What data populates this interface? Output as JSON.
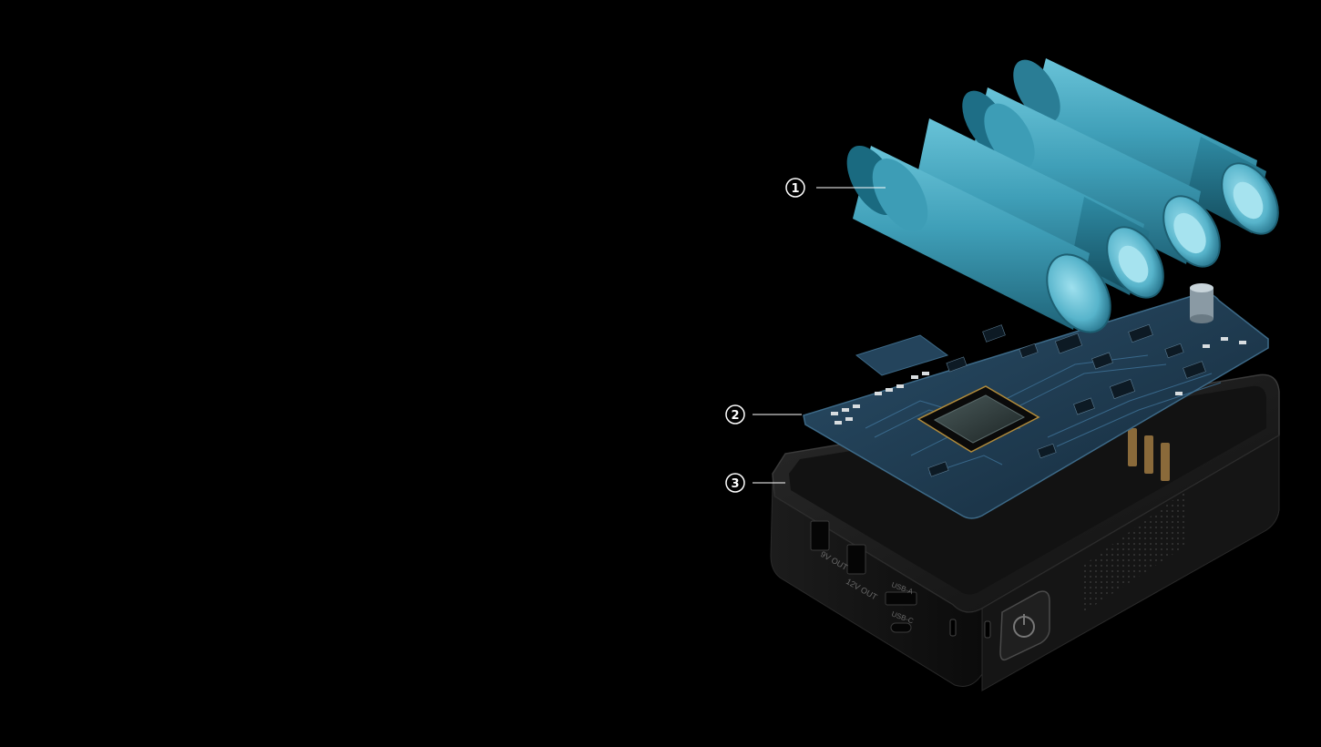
{
  "colors": {
    "background": "#000000",
    "battery_teal": "#3b9bb3",
    "pcb_blue": "#1d3d55",
    "case_dark": "#1a1a1a",
    "callout_white": "#ffffff"
  },
  "callouts": [
    {
      "number": "1",
      "label": ""
    },
    {
      "number": "2",
      "label": ""
    },
    {
      "number": "3",
      "label": ""
    }
  ],
  "ports": {
    "port_1": "9V OUT",
    "port_2": "12V OUT",
    "port_3": "USB-A",
    "port_4": "USB-C"
  },
  "icons": [
    "battery-cell-icon",
    "circuit-board-icon",
    "chip-icon",
    "power-button-icon"
  ]
}
